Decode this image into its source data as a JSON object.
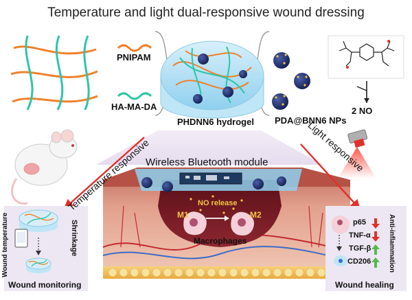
{
  "title": "Temperature and light dual-responsive wound dressing",
  "components": {
    "polymer1": "PNIPAM",
    "polymer2": "HA-MA-DA",
    "hydrogel": "PHDNN6 hydrogel",
    "nanoparticles": "PDA@BNN6 NPs",
    "no_product": "2 NO"
  },
  "responses": {
    "temperature": "Temperature responsive",
    "light": "Light responsive"
  },
  "device": {
    "module": "Wireless Bluetooth module"
  },
  "wound": {
    "no_release": "NO release",
    "m1": "M1",
    "m2": "M2",
    "macrophages": "Macrophages"
  },
  "monitoring": {
    "axis_label": "Wound temperature",
    "shrinkage": "Shrinkage",
    "caption": "Wound monitoring"
  },
  "healing": {
    "markers": [
      {
        "name": "p65",
        "trend": "down"
      },
      {
        "name": "TNF-α",
        "trend": "down"
      },
      {
        "name": "TGF-β",
        "trend": "up"
      },
      {
        "name": "CD206",
        "trend": "up"
      }
    ],
    "side_label": "Anti-inflammation",
    "caption": "Wound healing"
  },
  "colors": {
    "pnipam": "#f0802a",
    "hama": "#2ec4a8",
    "nanoparticle": "#1e2f6e",
    "arrow_red": "#e0302a",
    "up_green": "#57b84a",
    "tissue_dark": "#7a1b22",
    "skin": "#e8b8a4"
  }
}
